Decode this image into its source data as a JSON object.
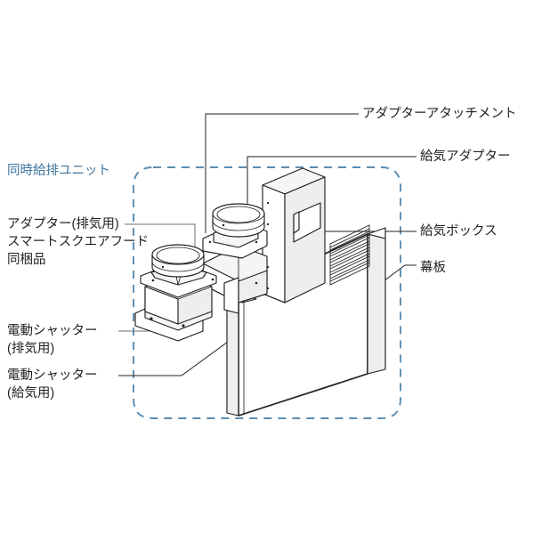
{
  "figure": {
    "type": "technical-exploded-diagram",
    "subject": "simultaneous supply and exhaust ventilation unit",
    "background_color": "#ffffff",
    "line_color": "#231f20",
    "accent_color": "#5b8cb0",
    "unit_label_color": "#41759c"
  },
  "group_box": {
    "label": "同時給排ユニット",
    "style": "dashed-rounded-rectangle",
    "color": "#5b8cb0"
  },
  "labels": {
    "left": [
      {
        "id": "adapter-exhaust",
        "lines": [
          "アダプター(排気用)",
          "スマートスクエアフード",
          "同梱品"
        ]
      },
      {
        "id": "shutter-exhaust",
        "lines": [
          "電動シャッター",
          "(排気用)"
        ]
      },
      {
        "id": "shutter-supply",
        "lines": [
          "電動シャッター",
          "(給気用)"
        ]
      }
    ],
    "right": [
      {
        "id": "adapter-attachment",
        "text": "アダプターアタッチメント"
      },
      {
        "id": "supply-adapter",
        "text": "給気アダプター"
      },
      {
        "id": "supply-box",
        "text": "給気ボックス"
      },
      {
        "id": "front-panel",
        "text": "幕板"
      }
    ]
  },
  "parts": {
    "adapter_exhaust": "アダプター(排気用)",
    "adapter_attachment": "アダプターアタッチメント",
    "supply_adapter": "給気アダプター",
    "supply_box": "給気ボックス",
    "front_panel": "幕板",
    "electric_shutter_exhaust": "電動シャッター(排気用)",
    "electric_shutter_supply": "電動シャッター(給気用)"
  }
}
